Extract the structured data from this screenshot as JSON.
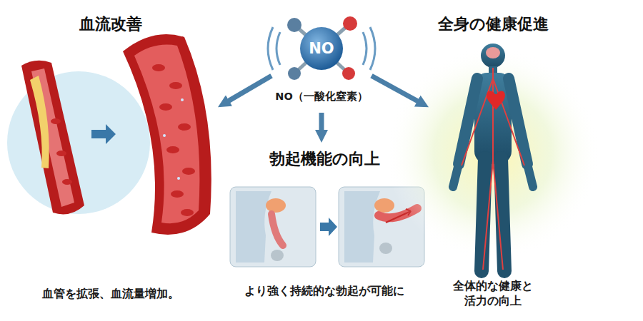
{
  "diagram": {
    "nodes": [
      {
        "text": [
          "血流改善",
          "血管を拡張、血流量増加。"
        ]
      },
      {
        "text": [
          "NO",
          "NO（一酸化窒素）"
        ]
      },
      {
        "text": [
          "全身の健康促進",
          "全体的な健康と 活力の向上"
        ]
      },
      {
        "text": [
          "勃起機能の向上",
          "より強く持続的な勃起が可能に"
        ]
      }
    ],
    "edges": [
      {
        "from": 1,
        "to": 0,
        "arrow": "to"
      },
      {
        "from": 1,
        "to": 3,
        "arrow": "to"
      },
      {
        "from": 1,
        "to": 2,
        "arrow": "to"
      }
    ]
  }
}
